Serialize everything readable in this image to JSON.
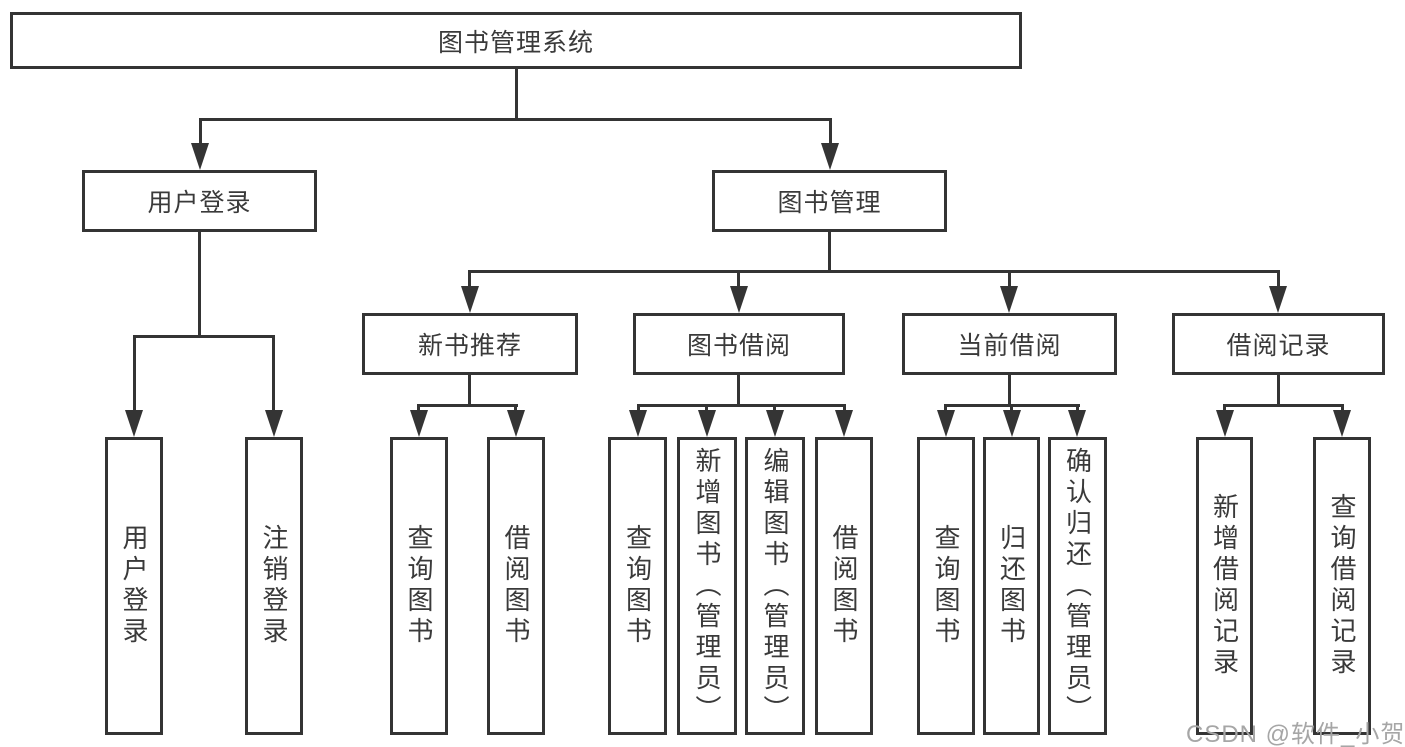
{
  "tree": {
    "root": "图书管理系统",
    "user_login": {
      "label": "用户登录",
      "children": [
        "用户登录",
        "注销登录"
      ]
    },
    "book_management": {
      "label": "图书管理",
      "modules": [
        {
          "label": "新书推荐",
          "children": [
            "查询图书",
            "借阅图书"
          ]
        },
        {
          "label": "图书借阅",
          "children": [
            "查询图书",
            "新增图书（管理员）",
            "编辑图书（管理员）",
            "借阅图书"
          ]
        },
        {
          "label": "当前借阅",
          "children": [
            "查询图书",
            "归还图书",
            "确认归还（管理员）"
          ]
        },
        {
          "label": "借阅记录",
          "children": [
            "新增借阅记录",
            "查询借阅记录"
          ]
        }
      ]
    }
  },
  "watermark": {
    "text": "CSDN @软件_小贺同学"
  },
  "colors": {
    "line": "#343434",
    "box_border": "#343434",
    "box_fill": "#ffffff",
    "text": "#3a3a3a",
    "watermark": "#a6a6a6",
    "background": "#ffffff"
  }
}
